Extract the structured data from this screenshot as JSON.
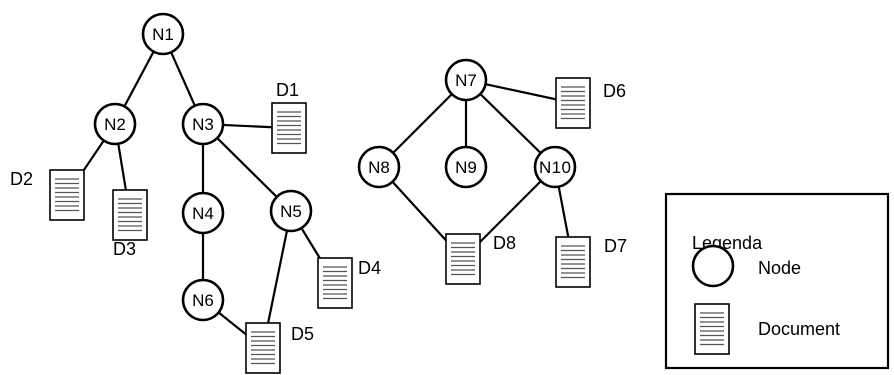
{
  "diagram": {
    "nodes": [
      {
        "id": "N1",
        "label": "N1"
      },
      {
        "id": "N2",
        "label": "N2"
      },
      {
        "id": "N3",
        "label": "N3"
      },
      {
        "id": "N4",
        "label": "N4"
      },
      {
        "id": "N5",
        "label": "N5"
      },
      {
        "id": "N6",
        "label": "N6"
      },
      {
        "id": "N7",
        "label": "N7"
      },
      {
        "id": "N8",
        "label": "N8"
      },
      {
        "id": "N9",
        "label": "N9"
      },
      {
        "id": "N10",
        "label": "N10"
      }
    ],
    "documents": [
      {
        "id": "D1",
        "label": "D1"
      },
      {
        "id": "D2",
        "label": "D2"
      },
      {
        "id": "D3",
        "label": "D3"
      },
      {
        "id": "D4",
        "label": "D4"
      },
      {
        "id": "D5",
        "label": "D5"
      },
      {
        "id": "D6",
        "label": "D6"
      },
      {
        "id": "D7",
        "label": "D7"
      },
      {
        "id": "D8",
        "label": "D8"
      }
    ],
    "edges": [
      [
        "N1",
        "N2"
      ],
      [
        "N1",
        "N3"
      ],
      [
        "N2",
        "D2"
      ],
      [
        "N2",
        "D3"
      ],
      [
        "N3",
        "D1"
      ],
      [
        "N3",
        "N4"
      ],
      [
        "N3",
        "N5"
      ],
      [
        "N4",
        "N6"
      ],
      [
        "N5",
        "D4"
      ],
      [
        "N5",
        "D5"
      ],
      [
        "N6",
        "D5"
      ],
      [
        "N7",
        "N8"
      ],
      [
        "N7",
        "N9"
      ],
      [
        "N7",
        "N10"
      ],
      [
        "N7",
        "D6"
      ],
      [
        "N8",
        "D8"
      ],
      [
        "N10",
        "D8"
      ],
      [
        "N10",
        "D7"
      ]
    ]
  },
  "legend": {
    "title": "Legenda",
    "node_label": "Node",
    "document_label": "Document"
  }
}
